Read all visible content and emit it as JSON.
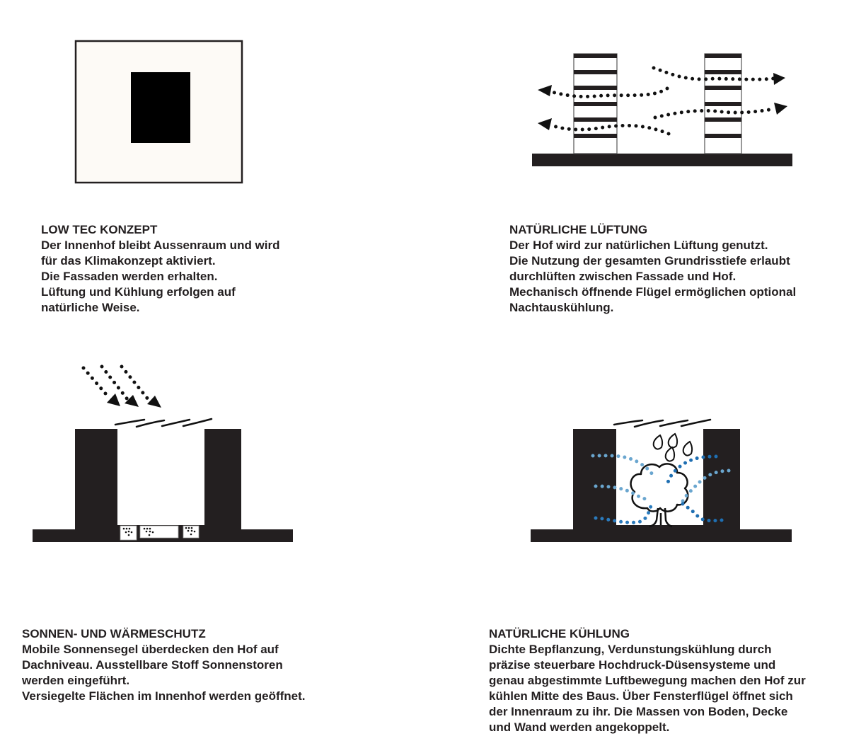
{
  "panels": [
    {
      "id": "low-tec",
      "heading": "LOW TEC KONZEPT",
      "lines": [
        "Der Innenhof bleibt Aussenraum und wird",
        "für das Klimakonzept aktiviert.",
        "Die Fassaden werden erhalten.",
        "Lüftung und Kühlung erfolgen auf",
        "natürliche Weise."
      ]
    },
    {
      "id": "lueftung",
      "heading": "NATÜRLICHE LÜFTUNG",
      "lines": [
        "Der Hof wird zur natürlichen Lüftung genutzt.",
        "Die Nutzung der gesamten Grundrisstiefe erlaubt",
        "durchlüften zwischen Fassade und Hof.",
        "Mechanisch öffnende Flügel ermöglichen optional",
        "Nachtauskühlung."
      ]
    },
    {
      "id": "sonnenschutz",
      "heading": "SONNEN- UND WÄRMESCHUTZ",
      "lines": [
        "Mobile Sonnensegel überdecken den Hof auf",
        "Dachniveau. Ausstellbare Stoff Sonnenstoren",
        "werden eingeführt.",
        "Versiegelte Flächen im Innenhof werden geöffnet."
      ]
    },
    {
      "id": "kuehlung",
      "heading": "NATÜRLICHE KÜHLUNG",
      "lines": [
        "Dichte Bepflanzung, Verdunstungskühlung durch",
        "präzise steuerbare Hochdruck-Düsensysteme und",
        "genau abgestimmte Luftbewegung machen den Hof zur",
        "kühlen Mitte des Baus. Über Fensterflügel öffnet sich",
        "der Innenraum zu ihr. Die Massen von Boden, Decke",
        "und Wand werden angekoppelt."
      ]
    }
  ],
  "colors": {
    "ink": "#231f20",
    "mist_light": "#6aa6cf",
    "mist_dark": "#1f6fb2",
    "plan_fill": "#fdfaf6"
  }
}
